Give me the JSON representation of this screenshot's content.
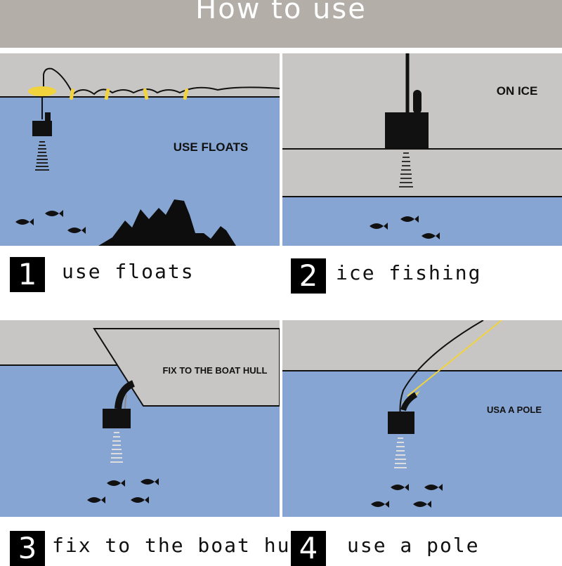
{
  "title": "How to use",
  "colors": {
    "sky": "#c8c6c4",
    "water": "#86a5d2",
    "float": "#f1d33e",
    "line": "#111111"
  },
  "panels": [
    {
      "label": "USE FLOATS",
      "step_number": "1",
      "step_text": "use floats"
    },
    {
      "label": "ON ICE",
      "step_number": "2",
      "step_text": "ice fishing"
    },
    {
      "label": "FIX TO THE BOAT HULL",
      "step_number": "3",
      "step_text": "fix to the boat hull"
    },
    {
      "label": "USA A POLE",
      "step_number": "4",
      "step_text": "use a pole"
    }
  ]
}
